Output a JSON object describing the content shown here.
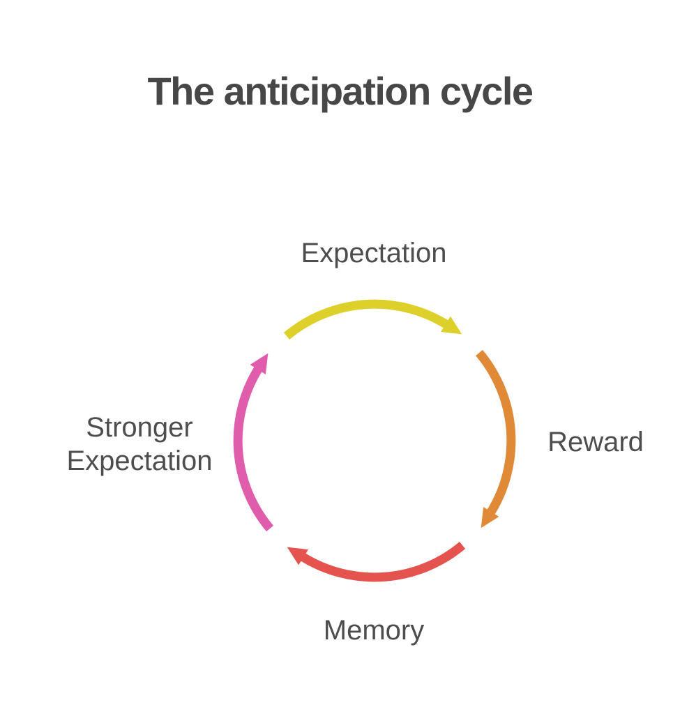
{
  "title": "The anticipation cycle",
  "colors": {
    "background": "#ffffff",
    "title_text": "#474747",
    "label_text": "#4d4d4d",
    "expectation_arrow": "#ddd02a",
    "reward_arrow": "#e08a38",
    "memory_arrow": "#e5534f",
    "stronger_expectation_arrow": "#df5dab"
  },
  "cycle": {
    "type": "cycle-diagram",
    "direction": "clockwise",
    "nodes": [
      {
        "id": "expectation",
        "label": "Expectation",
        "position": "top",
        "arrow_color": "#ddd02a"
      },
      {
        "id": "reward",
        "label": "Reward",
        "position": "right",
        "arrow_color": "#e08a38"
      },
      {
        "id": "memory",
        "label": "Memory",
        "position": "bottom",
        "arrow_color": "#e5534f"
      },
      {
        "id": "stronger-expectation",
        "label": "Stronger Expectation",
        "label_line1": "Stronger",
        "label_line2": "Expectation",
        "position": "left",
        "arrow_color": "#df5dab"
      }
    ],
    "edges": [
      {
        "from": "Expectation",
        "to": "Reward",
        "color": "#ddd02a"
      },
      {
        "from": "Reward",
        "to": "Memory",
        "color": "#e08a38"
      },
      {
        "from": "Memory",
        "to": "Stronger Expectation",
        "color": "#e5534f"
      },
      {
        "from": "Stronger Expectation",
        "to": "Expectation",
        "color": "#df5dab"
      }
    ]
  }
}
